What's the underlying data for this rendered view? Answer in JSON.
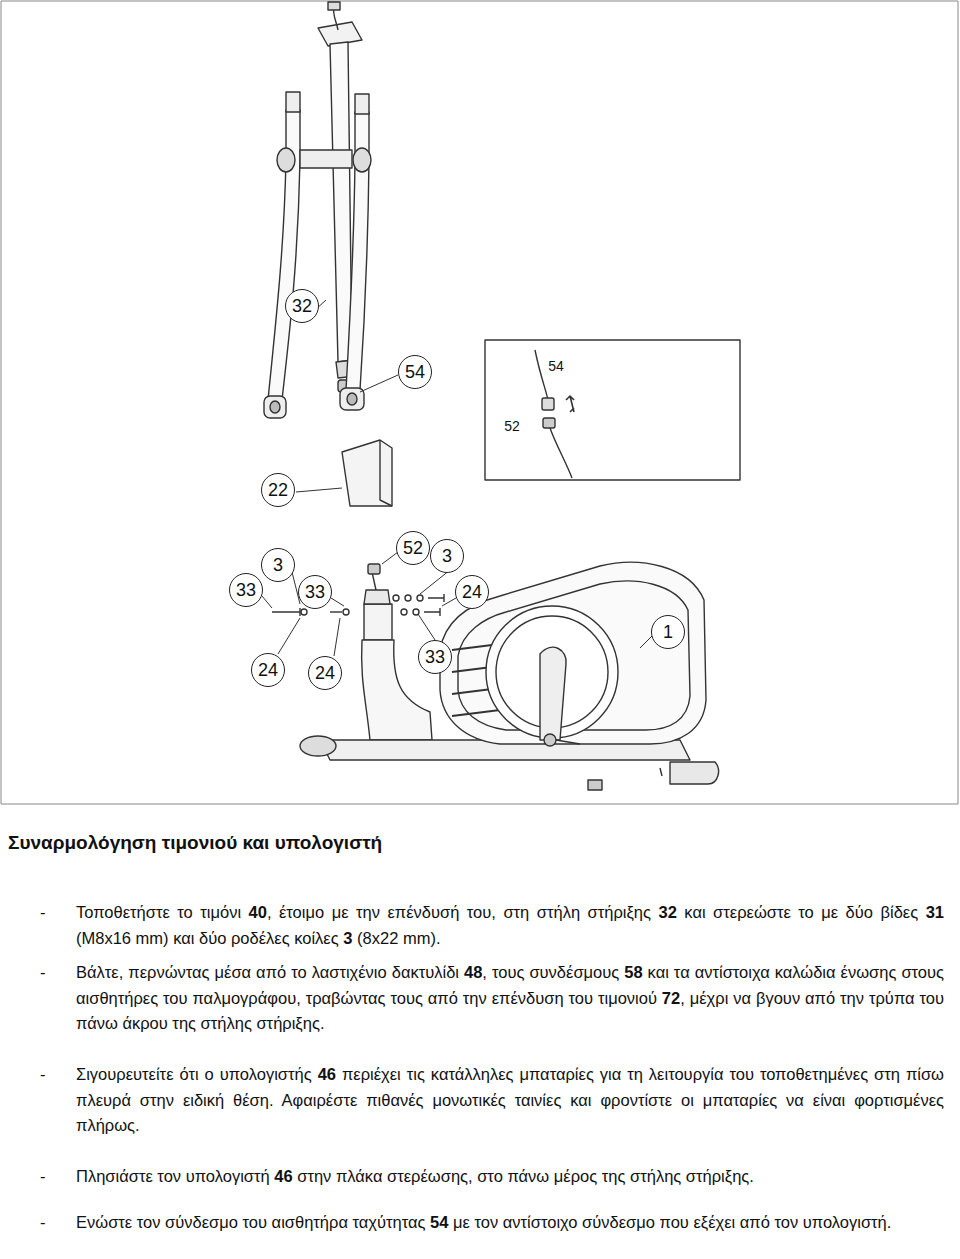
{
  "diagram": {
    "title": "Συναρμολόγηση τιμονιού και υπολογιστή",
    "labels": [
      "32",
      "54",
      "54",
      "52",
      "22",
      "52",
      "3",
      "3",
      "33",
      "33",
      "24",
      "24",
      "33",
      "24",
      "1",
      "-",
      "Τοποθετήστε το τιμόνι 40, έτοιμο με την επένδυσή του, στη στήλη στήριξης 32 και στερεώστε το με δύο βίδες 31 (M8x16 mm) και δύο ροδέλες κοίλες 3 (8x22 mm).",
      "-",
      "Βάλτε, περνώντας μέσα από το λαστιχένιο δακτυλίδι 48, τους συνδέσμους 58 και τα αντίστοιχα καλώδια ένωσης στους αισθητήρες του παλμογράφου, τραβώντας τους από την επένδυση του τιμονιού 72, μέχρι να βγουν από την τρύπα του πάνω άκρου της στήλης στήριξης.",
      "-",
      "Σιγουρευτείτε ότι ο υπολογιστής 46 περιέχει τις κατάλληλες μπαταρίες για τη λειτουργία του τοποθετημένες στη πίσω πλευρά στην ειδική θέση. Αφαιρέστε πιθανές μονωτικές ταινίες και φροντίστε οι μπαταρίες να είναι φορτισμένες πλήρως.",
      "-",
      "Πλησιάστε τον υπολογιστή 46 στην πλάκα στερέωσης, στο πάνω μέρος της στήλης στήριξης.",
      "-",
      "Ενώστε τον σύνδεσμο του αισθητήρα ταχύτητας 54 με τον αντίστοιχο σύνδεσμο που εξέχει από τον υπολογιστή."
    ]
  }
}
